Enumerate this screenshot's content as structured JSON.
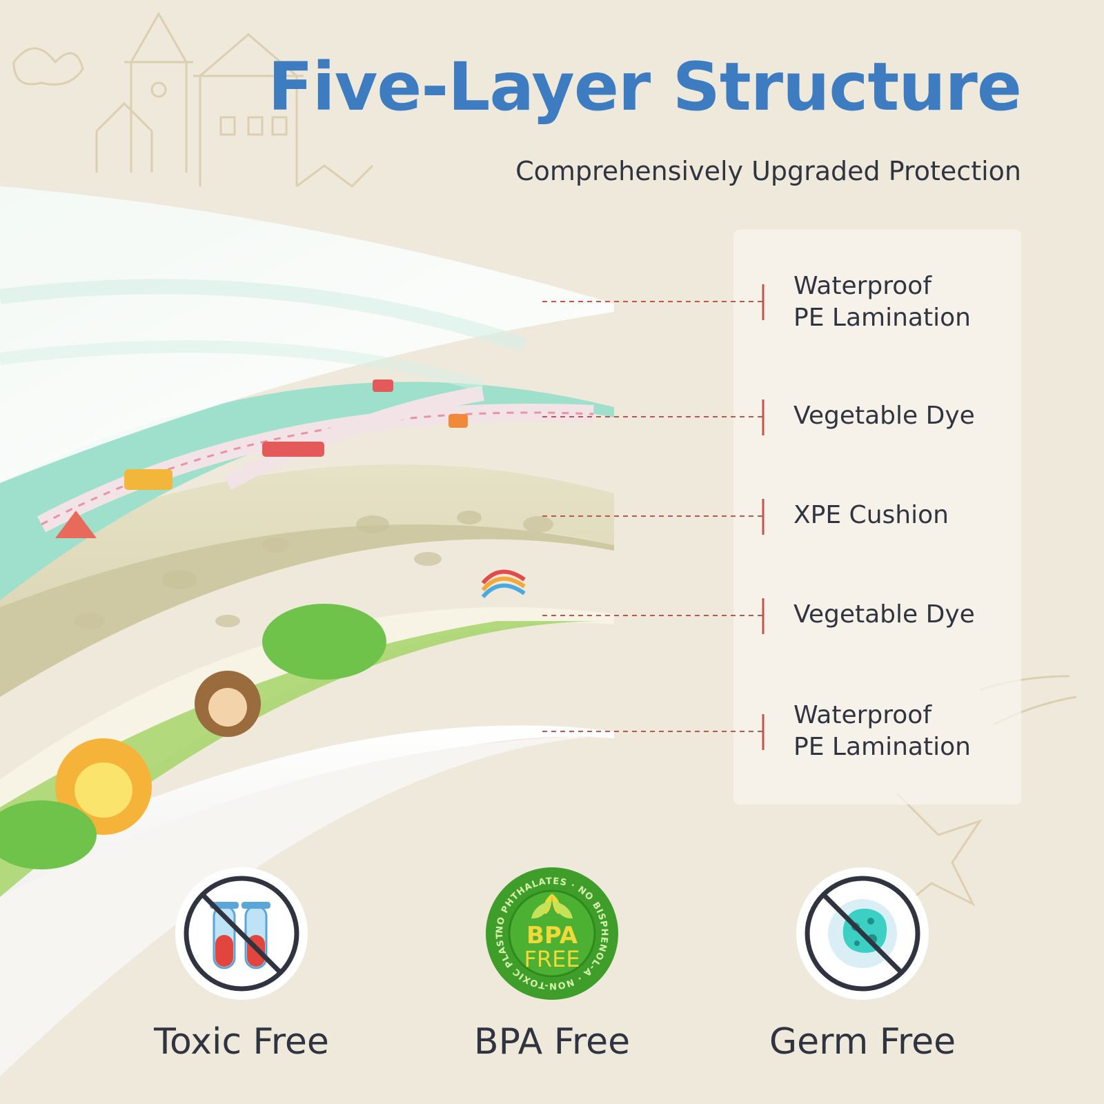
{
  "header": {
    "title": "Five-Layer Structure",
    "subtitle": "Comprehensively Upgraded Protection"
  },
  "layers": [
    {
      "line1": "Waterproof",
      "line2": "PE Lamination"
    },
    {
      "line1": "Vegetable Dye",
      "line2": ""
    },
    {
      "line1": "XPE Cushion",
      "line2": ""
    },
    {
      "line1": "Vegetable Dye",
      "line2": ""
    },
    {
      "line1": "Waterproof",
      "line2": "PE Lamination"
    }
  ],
  "badges": [
    {
      "label": "Toxic Free",
      "icon": "test-tubes-prohibited-icon"
    },
    {
      "label": "BPA Free",
      "icon": "bpa-free-seal-icon",
      "seal_main": "BPA",
      "seal_sub": "FREE",
      "seal_ring_text": "NO PHTHALATES · NO BISPHENOL-A · NON-TOXIC PLASTIC"
    },
    {
      "label": "Germ Free",
      "icon": "germ-prohibited-icon"
    }
  ],
  "colors": {
    "title": "#3d7cc0",
    "text": "#2f3440",
    "leader": "#c0564a",
    "background": "#efe9dc"
  }
}
